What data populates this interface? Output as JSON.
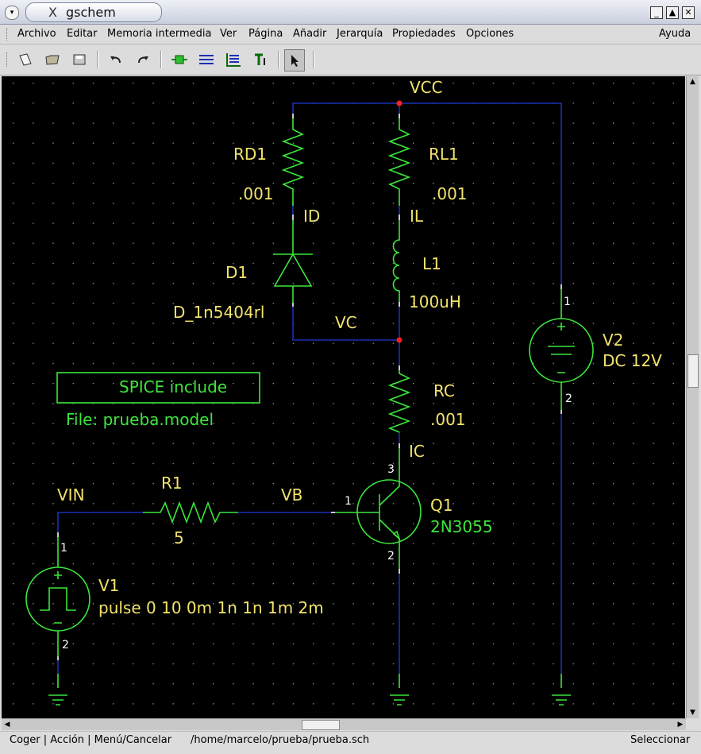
{
  "window": {
    "title": "gschem",
    "title_glyph": "X"
  },
  "window_buttons": {
    "minimize": "_",
    "maximize": "▲",
    "close": "✕"
  },
  "menubar": {
    "items": [
      "Archivo",
      "Editar",
      "Memoria intermedia",
      "Ver",
      "Página",
      "Añadir",
      "Jerarquía",
      "Propiedades",
      "Opciones"
    ],
    "help": "Ayuda"
  },
  "toolbar": {
    "icons": [
      "new-file-icon",
      "open-file-icon",
      "save-file-icon",
      "undo-icon",
      "redo-icon",
      "add-component-icon",
      "add-net-icon",
      "add-bus-icon",
      "add-text-icon",
      "select-pointer-icon"
    ],
    "active_tool": "select-pointer-icon"
  },
  "schematic": {
    "background": "#000000",
    "net_color": "#1b2fb5",
    "component_color": "#3be63b",
    "attribute_color": "#f2e36a",
    "junction_color": "#ff2020",
    "labels": {
      "vcc": "VCC",
      "rd1_name": "RD1",
      "rd1_value": ".001",
      "rl1_name": "RL1",
      "rl1_value": ".001",
      "id_net": "ID",
      "il_net": "IL",
      "d1_name": "D1",
      "d1_model": "D_1n5404rl",
      "l1_name": "L1",
      "l1_value": "100uH",
      "vc_net": "VC",
      "spice_box": "SPICE include",
      "spice_file": "File: prueba.model",
      "rc_name": "RC",
      "rc_value": ".001",
      "ic_net": "IC",
      "r1_name": "R1",
      "r1_value": "5",
      "vin_net": "VIN",
      "vb_net": "VB",
      "q1_name": "Q1",
      "q1_model": "2N3055",
      "v1_name": "V1",
      "v1_value": "pulse 0 10 0m 1n 1n 1m 2m",
      "v2_name": "V2",
      "v2_value": "DC 12V"
    },
    "pins": {
      "v2_top": "1",
      "v2_bottom": "2",
      "q1_collector": "3",
      "q1_base": "1",
      "q1_emitter": "2",
      "v1_top": "1",
      "v1_bottom": "2"
    }
  },
  "statusbar": {
    "mouse_hint": "Coger | Acción | Menú/Cancelar",
    "filepath": "/home/marcelo/prueba/prueba.sch",
    "mode": "Seleccionar"
  }
}
